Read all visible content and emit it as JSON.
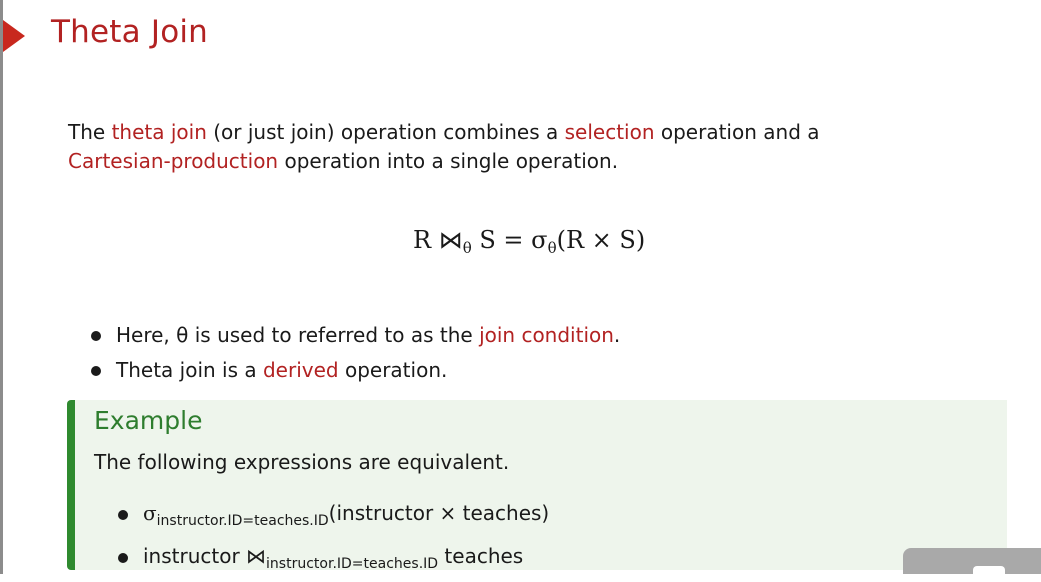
{
  "slide": {
    "title": "Theta Join",
    "intro": {
      "t1": "The ",
      "h1": "theta join",
      "t2": " (or just join) operation combines a ",
      "h2": "selection",
      "t3": " operation and a",
      "h3": "Cartesian-production",
      "t4": " operation into a single operation."
    },
    "formula": {
      "left": "R ⋈",
      "sub": "θ",
      "right": " S = σ",
      "sub2": "θ",
      "tail": "(R × S)"
    },
    "bullets": [
      {
        "pre": "Here, θ is used to referred to as the ",
        "hl": "join condition",
        "post": "."
      },
      {
        "pre": "Theta join is a ",
        "hl": "derived",
        "post": " operation."
      }
    ],
    "example": {
      "title": "Example",
      "text": "The following expressions are equivalent.",
      "items": [
        {
          "sym": "σ",
          "sub": "instructor.ID=teaches.ID",
          "rest": "(instructor × teaches)"
        },
        {
          "pre": "instructor ",
          "sym": "⋈",
          "sub": "instructor.ID=teaches.ID",
          "rest": " teaches"
        }
      ]
    }
  },
  "colors": {
    "accent": "#b22222",
    "example_bar": "#2f8a2f",
    "example_bg": "#eef5ec"
  }
}
